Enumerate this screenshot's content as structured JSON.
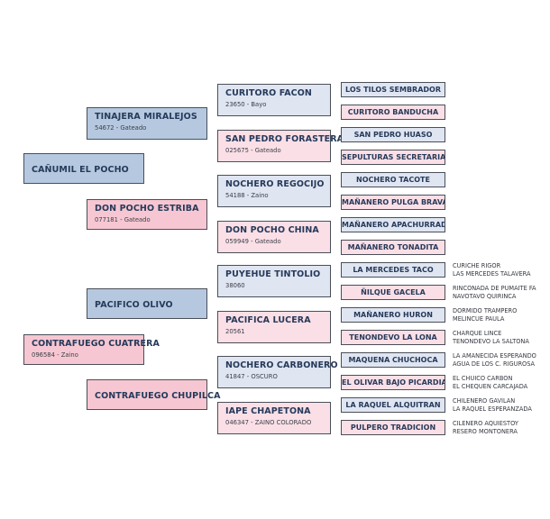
{
  "subject": {
    "name": "CAÑUMIL EL POCHO",
    "sub": ""
  },
  "gen1": [
    {
      "name": "TINAJERA MIRALEJOS",
      "sub": "54672 - Gateado"
    },
    {
      "name": "DON POCHO ESTRIBA",
      "sub": "077181 - Gateado"
    },
    {
      "name": "PACIFICO OLIVO",
      "sub": ""
    },
    {
      "name": "CONTRAFUEGO CHUPILCA",
      "sub": ""
    }
  ],
  "contrafuego": {
    "name": "CONTRAFUEGO CUATRERA",
    "sub": "096584 - Zaino"
  },
  "gen2": [
    {
      "name": "CURITORO FACON",
      "sub": "23650 - Bayo"
    },
    {
      "name": "SAN PEDRO FORASTERA",
      "sub": "025675 - Gateado"
    },
    {
      "name": "NOCHERO REGOCIJO",
      "sub": "54188 - Zaino"
    },
    {
      "name": "DON POCHO CHINA",
      "sub": "059949 - Gateado"
    },
    {
      "name": "PUYEHUE TINTOLIO",
      "sub": "38060"
    },
    {
      "name": "PACIFICA LUCERA",
      "sub": "20561"
    },
    {
      "name": "NOCHERO CARBONERO",
      "sub": "41847 - OSCURO"
    },
    {
      "name": "IAPE CHAPETONA",
      "sub": "046347 - ZAINO COLORADO"
    }
  ],
  "gen3": [
    "LOS TILOS SEMBRADOR",
    "CURITORO BANDUCHA",
    "SAN PEDRO HUASO",
    "SEPULTURAS SECRETARIA",
    "NOCHERO TACOTE",
    "MAÑANERO PULGA BRAVA",
    "MAÑANERO APACHURRADO",
    "MAÑANERO TONADITA",
    "LA MERCEDES TACO",
    "ÑILQUE GACELA",
    "MAÑANERO HURON",
    "TENONDEVO LA LONA",
    "MAQUENA CHUCHOCA",
    "EL OLIVAR BAJO PICARDIA",
    "LA RAQUEL ALQUITRAN",
    "PULPERO TRADICION"
  ],
  "gen4": [
    [
      "CURICHE RIGOR",
      "LAS MERCEDES TALAVERA"
    ],
    [
      "RINCONADA DE PUMAITE FA",
      "NAVOTAVO QUIRINCA"
    ],
    [
      "DORMIDO TRAMPERO",
      "MELINCUE PAULA"
    ],
    [
      "CHARQUE LINCE",
      "TENONDEVO LA SALTONA"
    ],
    [
      "LA AMANECIDA ESPERANDO",
      "AGUA DE LOS C. RIGUROSA"
    ],
    [
      "EL CHUICO CARBON",
      "EL CHEQUEN CARCAJADA"
    ],
    [
      "CHILENERO GAVILAN",
      "LA RAQUEL ESPERANZADA"
    ],
    [
      "CILENERO AQUIESTOY",
      "RESERO MONTONERA"
    ]
  ],
  "colors": {
    "male": "#b5c8df",
    "female": "#f6c7d2",
    "border": "#4a4f58",
    "text": "#263a5b"
  }
}
